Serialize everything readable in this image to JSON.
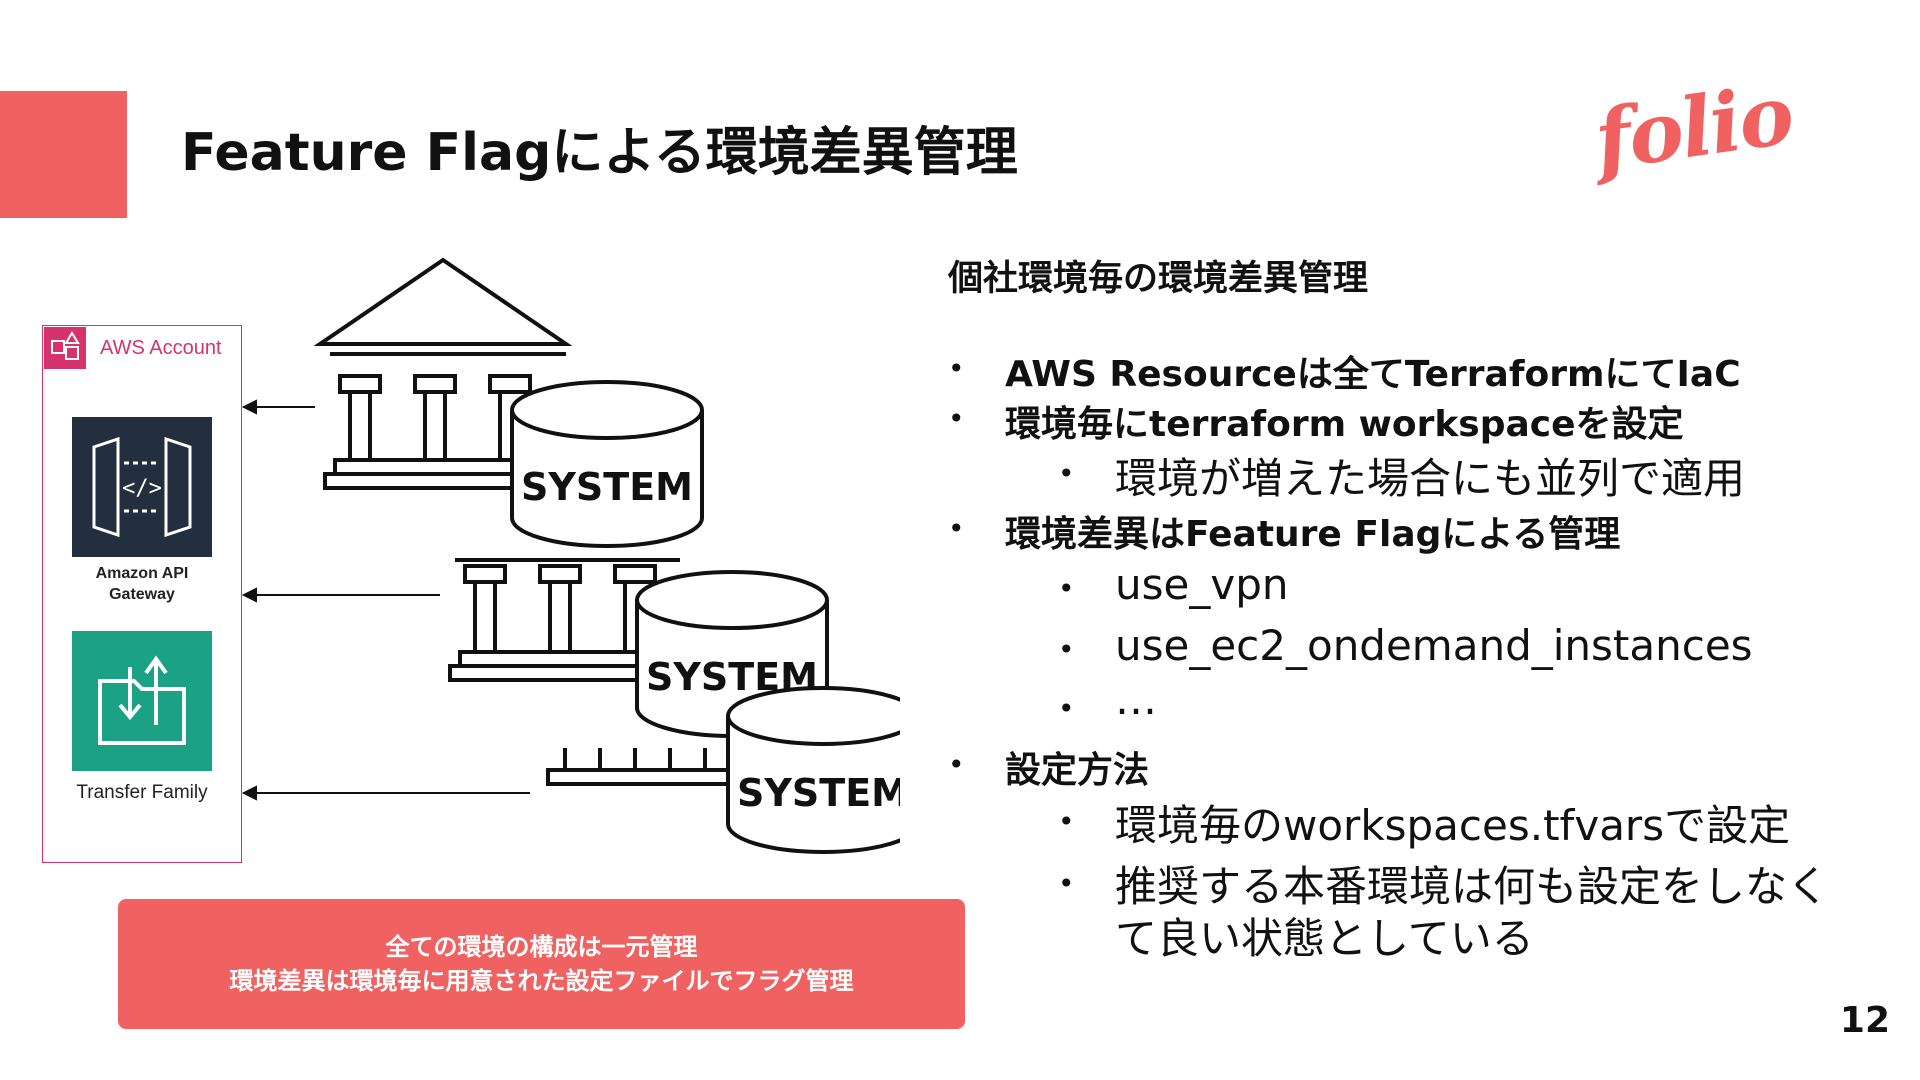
{
  "slide": {
    "title": "Feature Flagによる環境差異管理",
    "logo_text": "folio",
    "page_number": "12",
    "accent_color": "#F06262"
  },
  "diagram": {
    "aws_account_label": "AWS Account",
    "services": [
      {
        "label_line1": "Amazon API",
        "label_line2": "Gateway",
        "icon": "api-gateway-icon"
      },
      {
        "label_line1": "Transfer Family",
        "icon": "transfer-family-icon"
      }
    ],
    "system_labels": [
      "SYSTEM",
      "SYSTEM",
      "SYSTEM"
    ]
  },
  "banner": {
    "line1": "全ての環境の構成は一元管理",
    "line2": "環境差異は環境毎に用意された設定ファイルでフラグ管理"
  },
  "content": {
    "heading": "個社環境毎の環境差異管理",
    "bullet1": "AWS Resourceは全てTerraformにてIaC",
    "bullet2": "環境毎にterraform workspaceを設定",
    "bullet2_sub1": "環境が増えた場合にも並列で適用",
    "bullet3": "環境差異はFeature Flagによる管理",
    "bullet3_sub1": "use_vpn",
    "bullet3_sub2": "use_ec2_ondemand_instances",
    "bullet3_sub3": "…",
    "bullet4": "設定方法",
    "bullet4_sub1": "環境毎のworkspaces.tfvarsで設定",
    "bullet4_sub2_line1": "推奨する本番環境は何も設定をしなく",
    "bullet4_sub2_line2": "て良い状態としている",
    "bullet_glyph": "•"
  }
}
